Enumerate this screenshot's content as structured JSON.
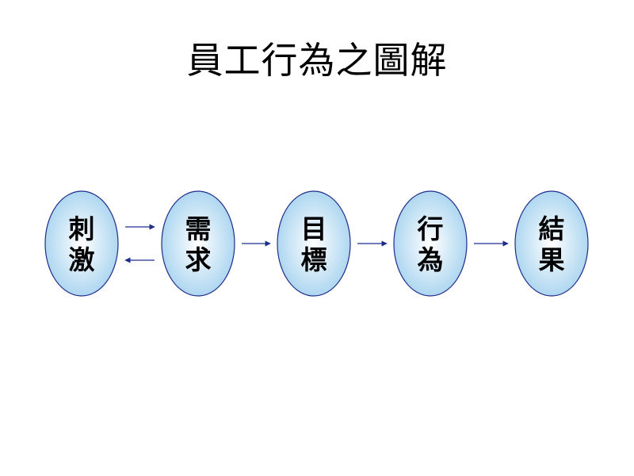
{
  "title": "員工行為之圖解",
  "colors": {
    "node_fill_center": "#ffffff",
    "node_fill_edge": "#a6d3ef",
    "node_stroke": "#1f2d8a",
    "arrow": "#1f2d8a"
  },
  "nodes": [
    {
      "id": "stimulus",
      "label": [
        "刺",
        "激"
      ]
    },
    {
      "id": "need",
      "label": [
        "需",
        "求"
      ]
    },
    {
      "id": "goal",
      "label": [
        "目",
        "標"
      ]
    },
    {
      "id": "behavior",
      "label": [
        "行",
        "為"
      ]
    },
    {
      "id": "result",
      "label": [
        "結",
        "果"
      ]
    }
  ],
  "edges": [
    {
      "from": "stimulus",
      "to": "need"
    },
    {
      "from": "need",
      "to": "stimulus"
    },
    {
      "from": "need",
      "to": "goal"
    },
    {
      "from": "goal",
      "to": "behavior"
    },
    {
      "from": "behavior",
      "to": "result"
    }
  ]
}
